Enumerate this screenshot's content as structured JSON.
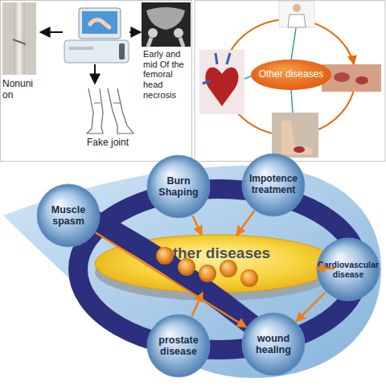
{
  "diagram": {
    "nodes": [
      {
        "text": [
          "Nonuni on"
        ]
      },
      {
        "text": [
          "Early and mid Of the femoral head necrosis"
        ]
      },
      {
        "text": [
          "Other diseases"
        ]
      },
      {
        "text": [
          "Burn Shaping"
        ]
      },
      {
        "text": [
          "Impotence treatment"
        ]
      },
      {
        "text": [
          "Muscle spasm"
        ]
      },
      {
        "text": [
          "Other diseases"
        ]
      },
      {
        "text": [
          "Cardiovascular disease"
        ]
      },
      {
        "text": [
          "prostate disease"
        ]
      },
      {
        "text": [
          "wound healing"
        ]
      }
    ],
    "edges": [
      {
        "from": 3,
        "to": 6,
        "arrow": "to"
      },
      {
        "from": 4,
        "to": 6,
        "arrow": "to"
      },
      {
        "from": 6,
        "to": 7,
        "arrow": "to"
      },
      {
        "from": 7,
        "to": 9,
        "arrow": "to"
      },
      {
        "from": 5,
        "to": 9,
        "arrow": "to"
      },
      {
        "from": 8,
        "to": 6,
        "arrow": "to"
      }
    ],
    "labels": [
      "Fake joint"
    ]
  }
}
